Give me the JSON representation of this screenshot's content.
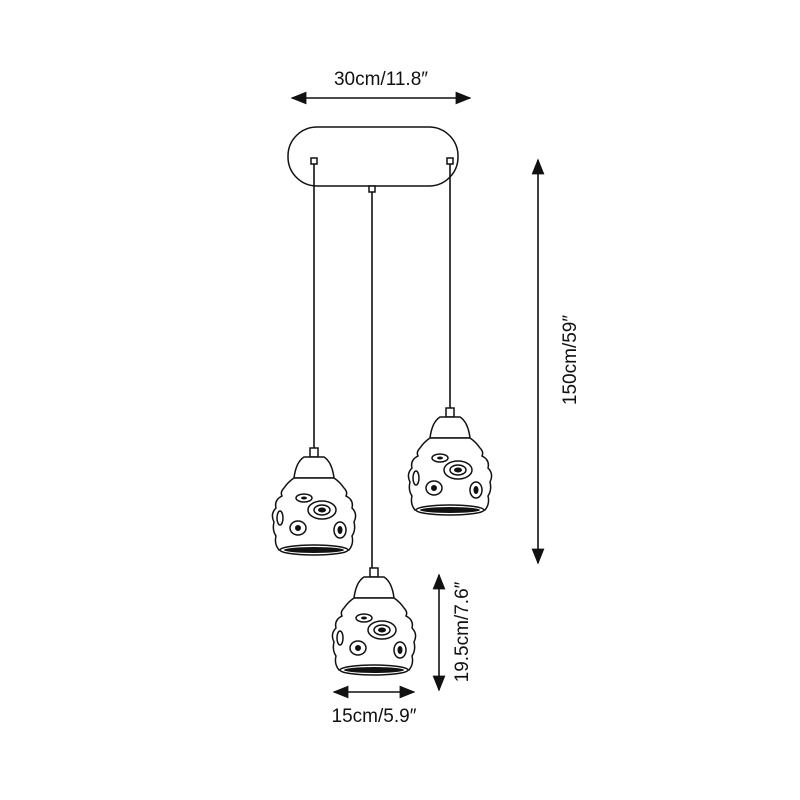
{
  "dimensions": {
    "canopy_width": "30cm/11.8″",
    "overall_height": "150cm/59″",
    "shade_height": "19.5cm/7.6″",
    "shade_width": "15cm/5.9″"
  },
  "colors": {
    "line": "#111111",
    "background": "#ffffff"
  }
}
